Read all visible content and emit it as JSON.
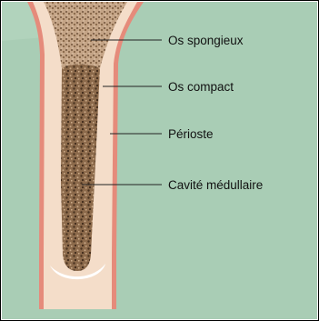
{
  "diagram": {
    "labels": {
      "spongy_bone": "Os spongieux",
      "compact_bone": "Os compact",
      "periosteum": "Périoste",
      "medullary_cavity": "Cavité médullaire"
    },
    "colors": {
      "background": "#a9cdb5",
      "background_light": "#b9d9c4",
      "periosteum": "#e58b7b",
      "compact_bone": "#f4ddc9",
      "medullary": "#8f6f4f",
      "medullary_dark": "#5e442c",
      "cartilage_cap": "#ffffff",
      "leader_line": "#222222"
    }
  }
}
